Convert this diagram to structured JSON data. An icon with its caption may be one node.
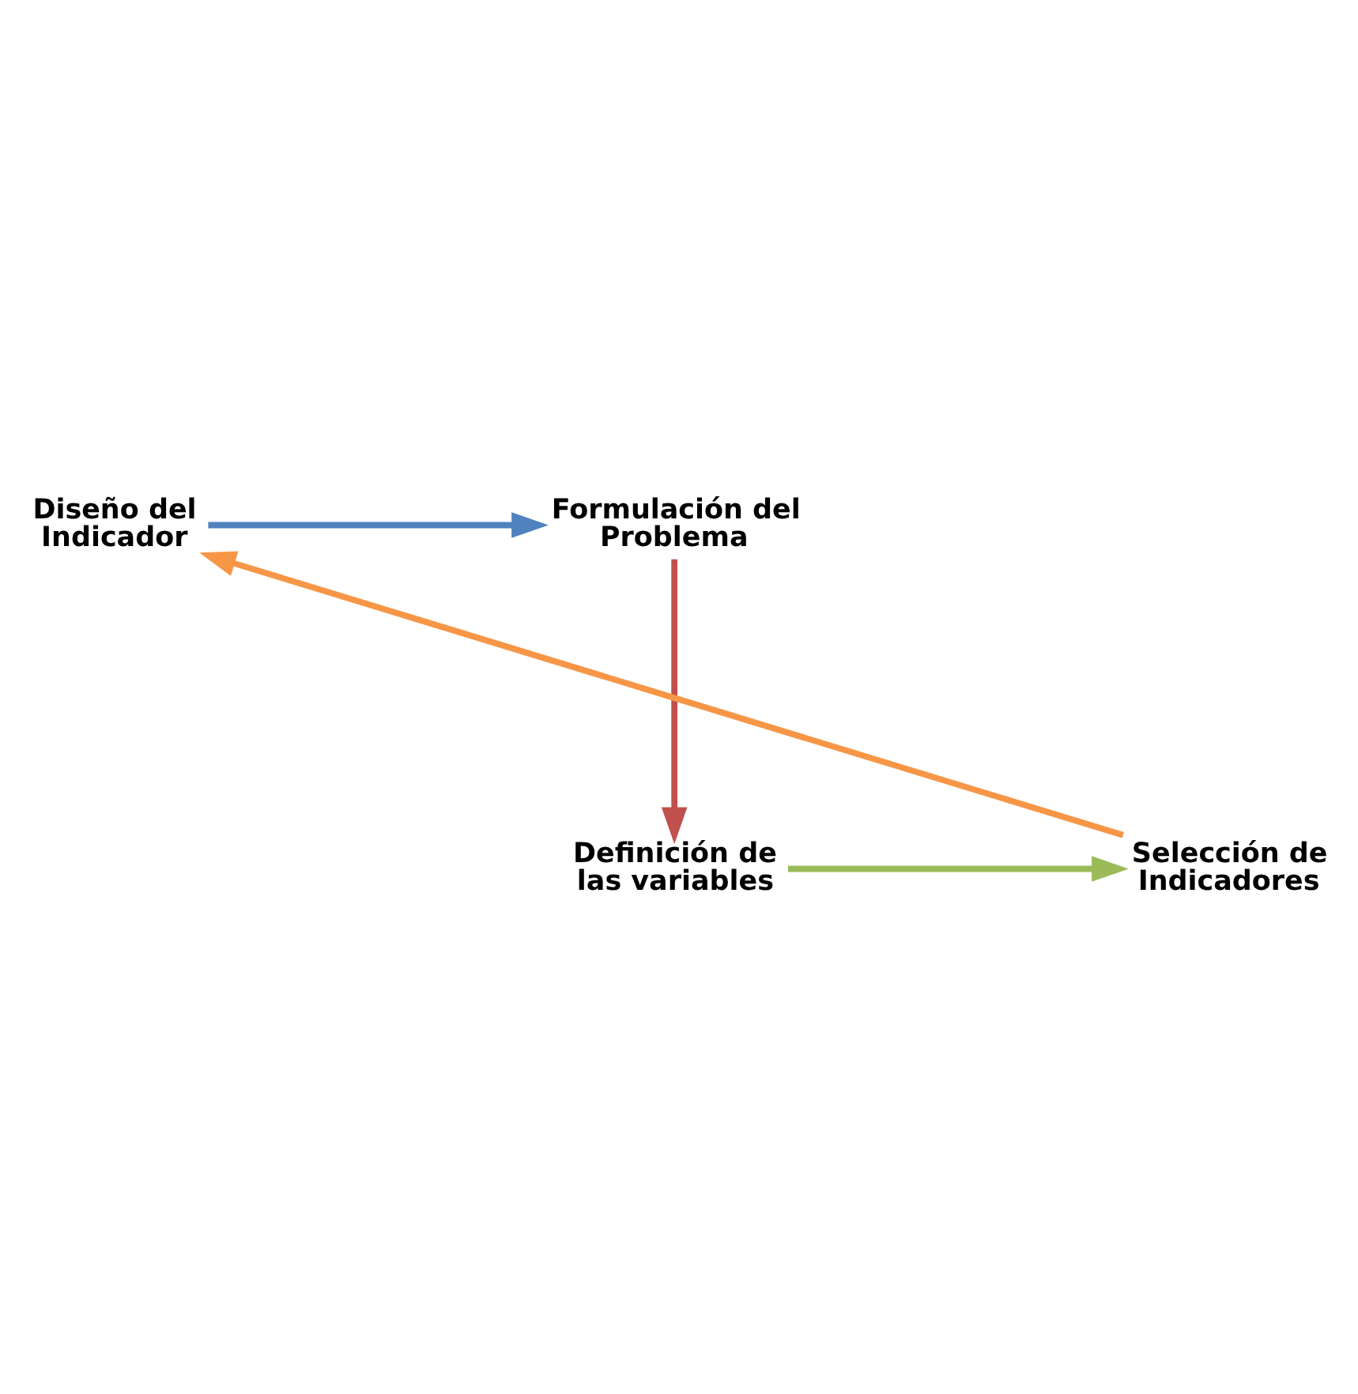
{
  "diagram": {
    "nodes": [
      {
        "text": [
          "Diseño del Indicador"
        ]
      },
      {
        "text": [
          "Formulación del Problema"
        ]
      },
      {
        "text": [
          "Definición de las variables"
        ]
      },
      {
        "text": [
          "Selección de Indicadores"
        ]
      }
    ],
    "edges": [
      {
        "from": 0,
        "to": 1,
        "arrow": "to",
        "color": "#4f81bd"
      },
      {
        "from": 1,
        "to": 2,
        "arrow": "to",
        "color": "#c0504d"
      },
      {
        "from": 2,
        "to": 3,
        "arrow": "to",
        "color": "#9bbb59"
      },
      {
        "from": 3,
        "to": 0,
        "arrow": "to",
        "color": "#f79646"
      }
    ]
  }
}
